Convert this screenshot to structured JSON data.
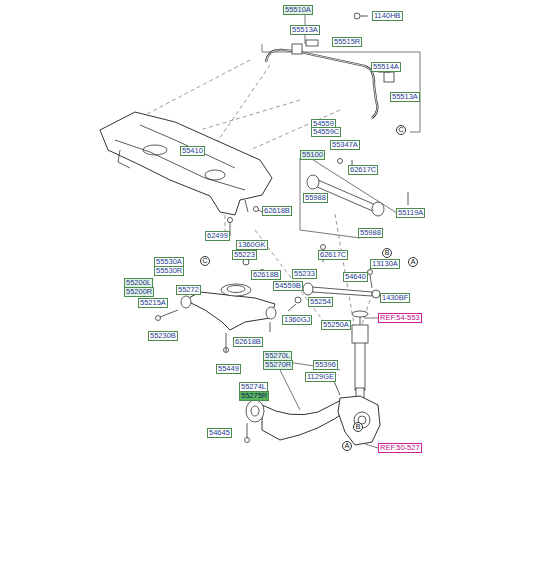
{
  "diagram": {
    "labels": [
      "55510A",
      "1140HB",
      "55513A",
      "55515R",
      "55514A",
      "55513A",
      "54559",
      "54559C",
      "C",
      "55347A",
      "55100",
      "55410",
      "62617C",
      "55988",
      "55119A",
      "62618B",
      "55988",
      "62499",
      "1360GK",
      "55223",
      "C",
      "62617C",
      "B",
      "A",
      "55530A",
      "55530R",
      "13130A",
      "62618B",
      "55233",
      "54640",
      "55200L",
      "55200R",
      "54559B",
      "55272",
      "1430BF",
      "55254",
      "55215A",
      "1360GJ",
      "55250A",
      "REF.54-553",
      "55230B",
      "62618B",
      "55270L",
      "55270R",
      "55396",
      "55449",
      "1129GE",
      "55274L",
      "55275R",
      "54645",
      "B",
      "A",
      "REF.50-527"
    ]
  }
}
